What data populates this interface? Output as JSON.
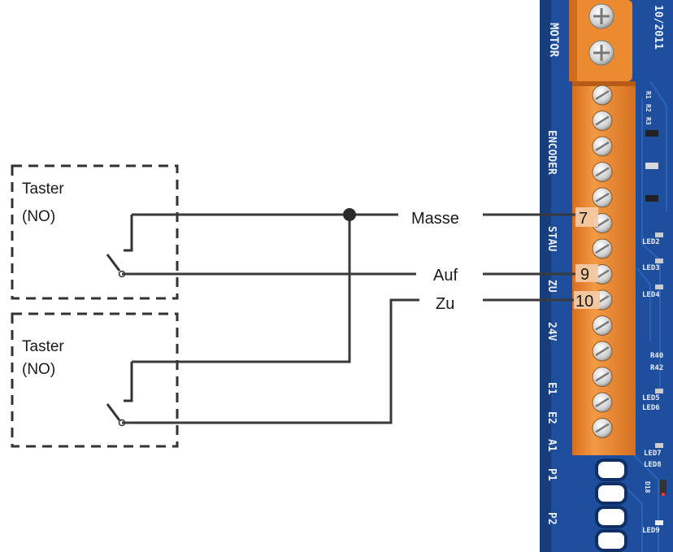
{
  "switch_boxes": [
    {
      "title": "Taster",
      "subtitle": "(NO)"
    },
    {
      "title": "Taster",
      "subtitle": "(NO)"
    }
  ],
  "wires": [
    {
      "label": "Masse",
      "terminal": "7"
    },
    {
      "label": "Auf",
      "terminal": "9"
    },
    {
      "label": "Zu",
      "terminal": "10"
    }
  ],
  "board": {
    "top_code": "10/2011",
    "silkscreen": {
      "motor": "MOTOR",
      "encoder": "ENCODER",
      "stau": "STAU",
      "zu": "ZU",
      "v24": "24V",
      "e1": "E1",
      "e2": "E2",
      "a1": "A1",
      "p1": "P1",
      "p2": "P2",
      "r1": "R1",
      "r2": "R2",
      "r3": "R3",
      "led2": "LED2",
      "led3": "LED3",
      "led4": "LED4",
      "led5": "LED5",
      "led6": "LED6",
      "led7": "LED7",
      "led8": "LED8",
      "led9": "LED9",
      "r40": "R40",
      "r42": "R42",
      "d18": "D18"
    },
    "colors": {
      "pcb": "#1f4f9c",
      "terminal_block": "#e8802a",
      "screw": "#d9d9d9"
    }
  }
}
